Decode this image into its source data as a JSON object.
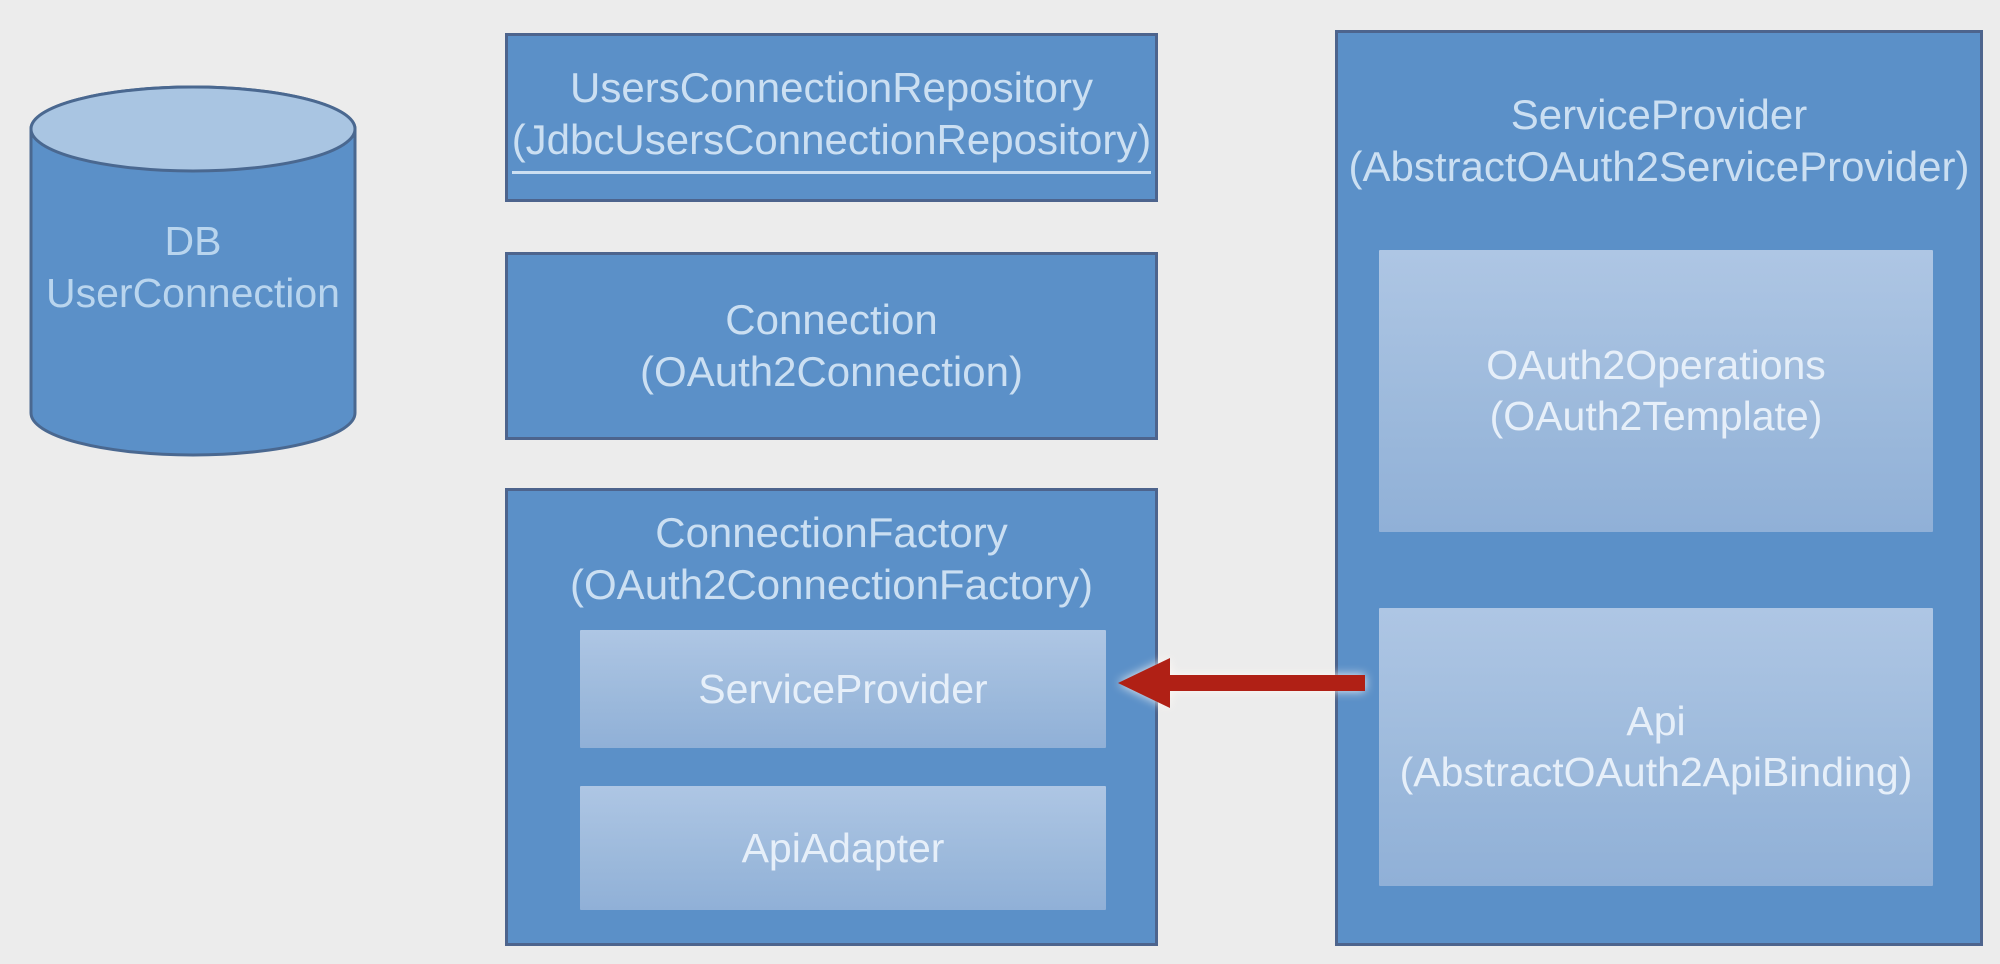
{
  "diagram": {
    "background": "#ececec",
    "colors": {
      "box_fill": "#5b90c8",
      "box_border": "#4d648d",
      "inner_box_gradient_top": "#aec6e4",
      "inner_box_gradient_bottom": "#90b0d7",
      "cylinder_top_fill": "#a9c5e2",
      "label_text": "#cbdff2",
      "inner_label_text": "#e6eff9",
      "arrow_red": "#b02015"
    },
    "database": {
      "line1": "DB",
      "line2": "UserConnection"
    },
    "users_connection_repository": {
      "line1": "UsersConnectionRepository",
      "line2": "(JdbcUsersConnectionRepository)"
    },
    "connection": {
      "line1": "Connection",
      "line2": "(OAuth2Connection)"
    },
    "connection_factory": {
      "line1": "ConnectionFactory",
      "line2": "(OAuth2ConnectionFactory)",
      "service_provider_label": "ServiceProvider",
      "api_adapter_label": "ApiAdapter"
    },
    "service_provider": {
      "line1": "ServiceProvider",
      "line2": "(AbstractOAuth2ServiceProvider)",
      "oauth2_operations": {
        "line1": "OAuth2Operations",
        "line2": "(OAuth2Template)"
      },
      "api": {
        "line1": "Api",
        "line2": "(AbstractOAuth2ApiBinding)"
      }
    }
  }
}
